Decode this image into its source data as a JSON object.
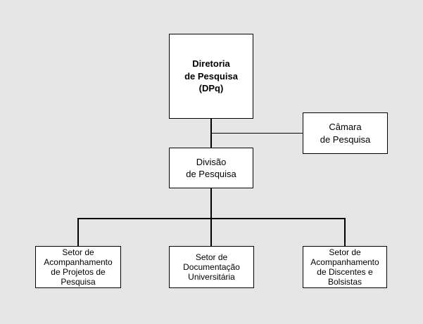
{
  "diagram": {
    "type": "org-chart",
    "colors": {
      "background": "#e6e6e6",
      "box_fill": "#ffffff",
      "border": "#000000",
      "text": "#000000"
    },
    "nodes": [
      {
        "id": "diretoria",
        "label": "Diretoria\nde Pesquisa\n(DPq)",
        "bold": true
      },
      {
        "id": "camara",
        "label": "Câmara\nde Pesquisa",
        "bold": false
      },
      {
        "id": "divisao",
        "label": "Divisão\nde Pesquisa",
        "bold": false
      },
      {
        "id": "setor-projetos",
        "label": "Setor de\nAcompanhamento\nde Projetos de\nPesquisa",
        "bold": false
      },
      {
        "id": "setor-documentacao",
        "label": "Setor de\nDocumentação\nUniversitária",
        "bold": false
      },
      {
        "id": "setor-discentes",
        "label": "Setor de\nAcompanhamento\nde Discentes e\nBolsistas",
        "bold": false
      }
    ],
    "edges": [
      {
        "from": "diretoria",
        "to": "divisao"
      },
      {
        "from": "diretoria",
        "to": "camara"
      },
      {
        "from": "divisao",
        "to": "setor-projetos"
      },
      {
        "from": "divisao",
        "to": "setor-documentacao"
      },
      {
        "from": "divisao",
        "to": "setor-discentes"
      }
    ]
  }
}
